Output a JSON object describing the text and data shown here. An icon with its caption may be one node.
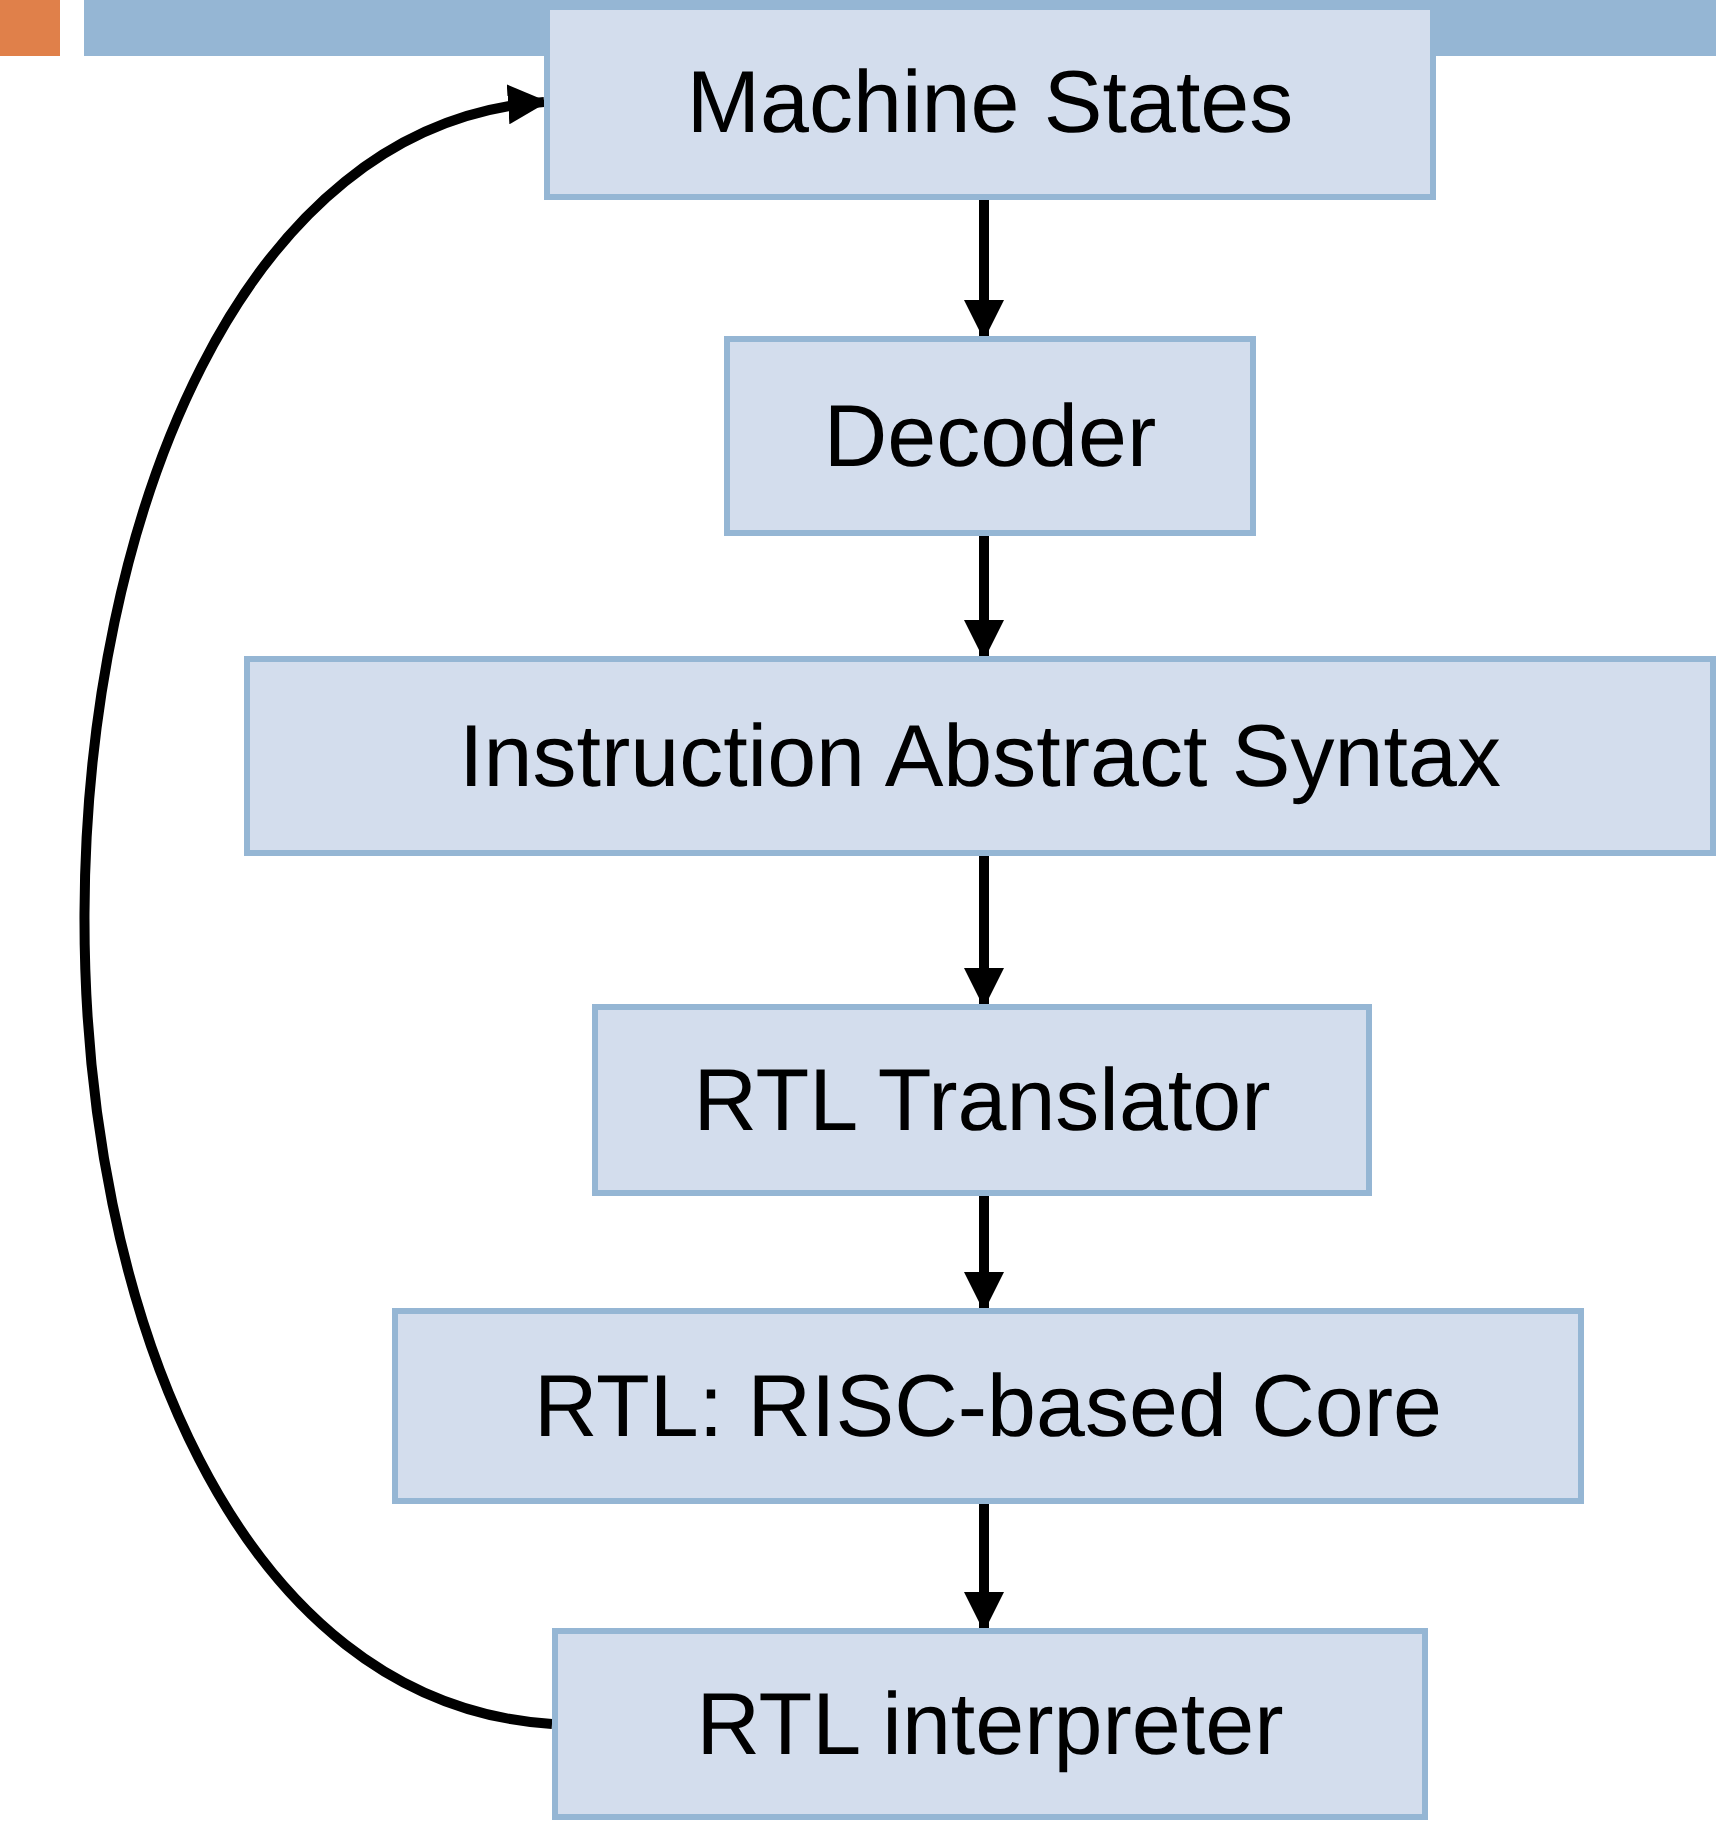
{
  "diagram": {
    "nodes": [
      {
        "text": [
          "Machine States"
        ]
      },
      {
        "text": [
          "Decoder"
        ]
      },
      {
        "text": [
          "Instruction Abstract Syntax"
        ]
      },
      {
        "text": [
          "RTL Translator"
        ]
      },
      {
        "text": [
          "RTL: RISC-based Core"
        ]
      },
      {
        "text": [
          "RTL interpreter"
        ]
      }
    ],
    "edges": [
      {
        "from": 0,
        "to": 1,
        "arrow": "to"
      },
      {
        "from": 1,
        "to": 2,
        "arrow": "to"
      },
      {
        "from": 2,
        "to": 3,
        "arrow": "to"
      },
      {
        "from": 3,
        "to": 4,
        "arrow": "to"
      },
      {
        "from": 4,
        "to": 5,
        "arrow": "to"
      },
      {
        "from": 5,
        "to": 0,
        "arrow": "to"
      }
    ]
  }
}
